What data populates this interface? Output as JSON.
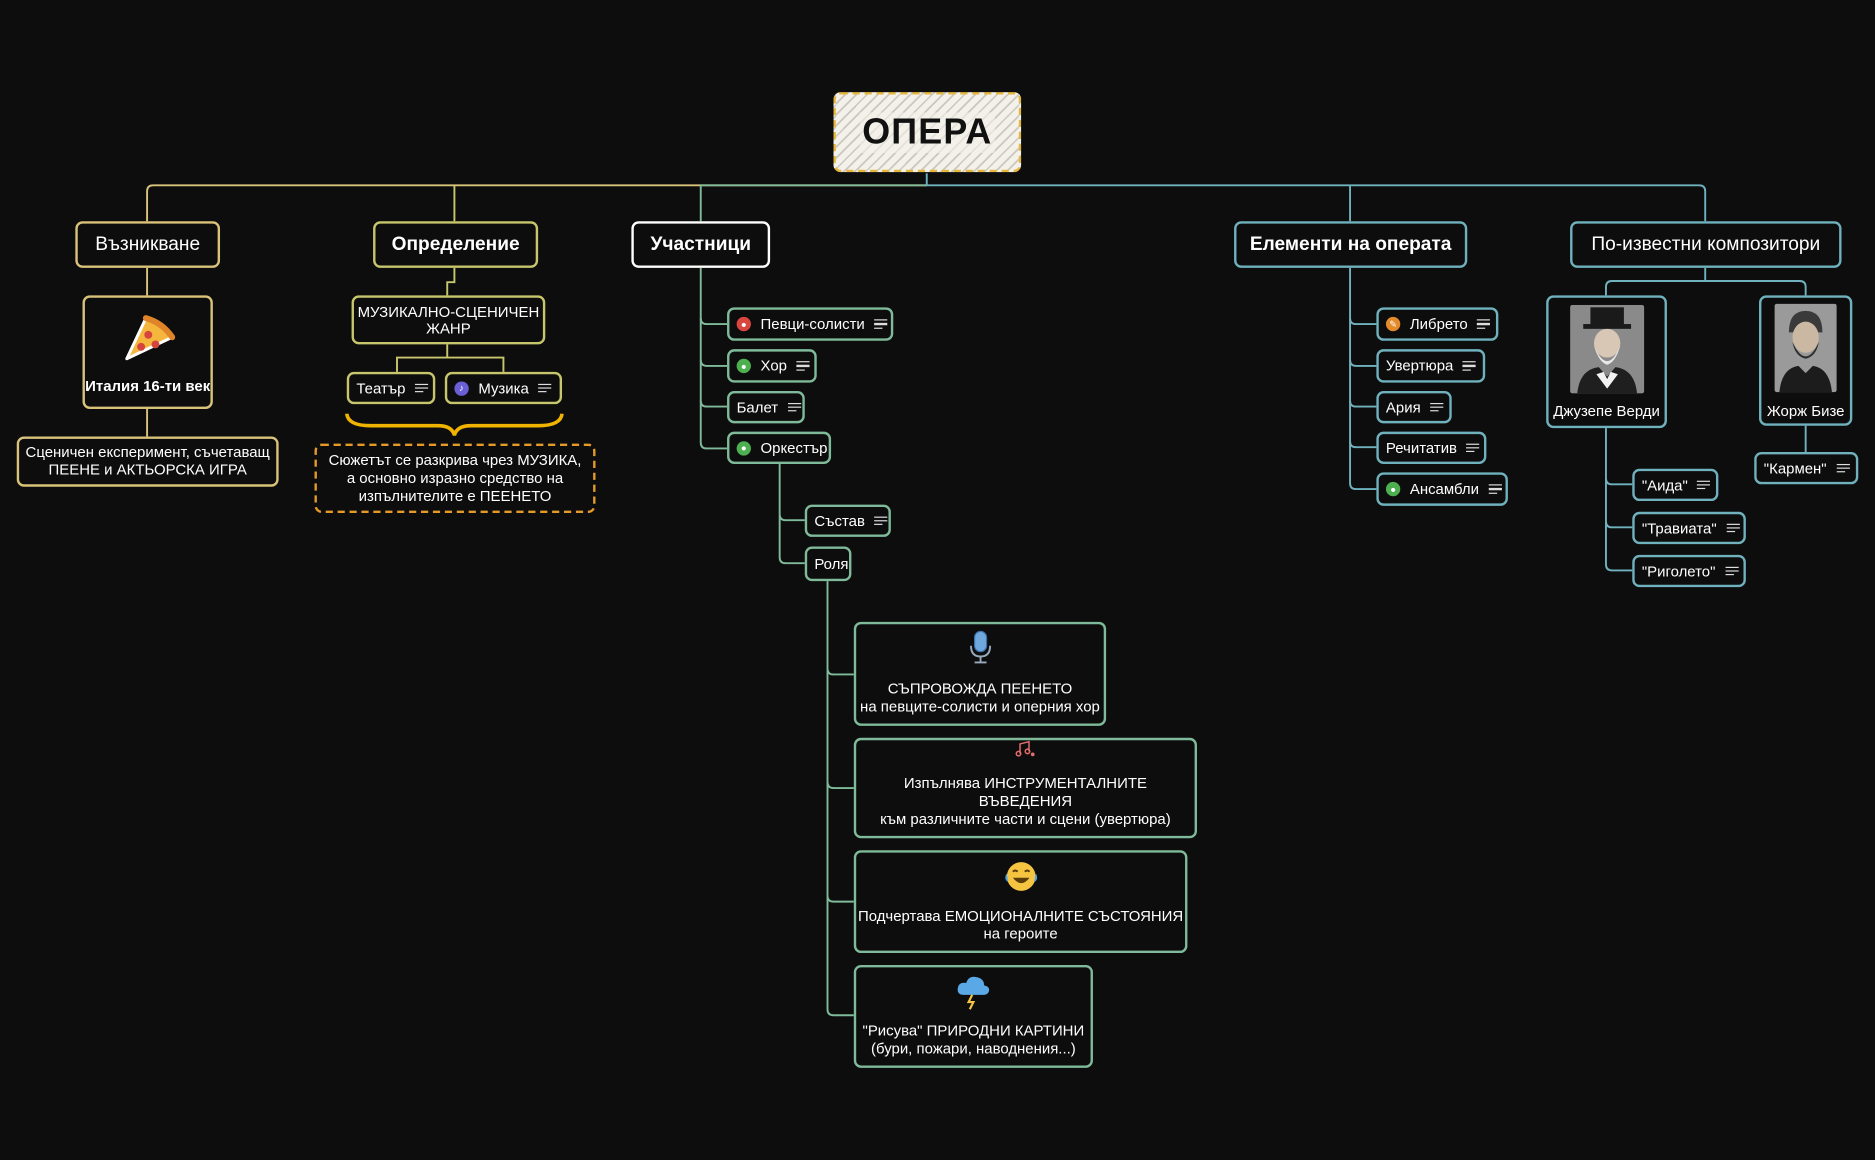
{
  "root": {
    "title": "ОПЕРА"
  },
  "branches": {
    "origin": {
      "label": "Възникване",
      "place": "Италия 16-ти век",
      "place_icon": "pizza-icon",
      "note": [
        "Сценичен експеримент, съчетаващ",
        "ПЕЕНЕ и АКТЬОРСКА ИГРА"
      ]
    },
    "definition": {
      "label": "Определение",
      "genre": [
        "МУЗИКАЛНО-СЦЕНИЧЕН",
        "ЖАНР"
      ],
      "theatre": "Театър",
      "music": "Музика",
      "summary": [
        "Сюжетът се разкрива чрез МУЗИКА,",
        "а основно изразно средство на",
        "изпълнителите е ПЕЕНЕТО"
      ]
    },
    "participants": {
      "label": "Участници",
      "soloists": "Певци-солисти",
      "choir": "Хор",
      "ballet": "Балет",
      "orchestra": "Оркестър",
      "composition": "Състав",
      "role": "Роля",
      "roles": [
        {
          "icon": "microphone-icon",
          "line1": "СЪПРОВОЖДА ПЕЕНЕТО",
          "line2": "на певците-солисти и оперния хор"
        },
        {
          "icon": "music-notes-icon",
          "line1": "Изпълнява ИНСТРУМЕНТАЛНИТЕ ВЪВЕДЕНИЯ",
          "line2": "към различните части и сцени (увертюра)"
        },
        {
          "icon": "laughing-face-icon",
          "line1": "Подчертава ЕМОЦИОНАЛНИТЕ СЪСТОЯНИЯ",
          "line2": "на героите"
        },
        {
          "icon": "storm-cloud-icon",
          "line1": "\"Рисува\" ПРИРОДНИ КАРТИНИ",
          "line2": "(бури, пожари, наводнения...)"
        }
      ]
    },
    "elements": {
      "label": "Елементи на операта",
      "items": [
        "Либрето",
        "Увертюра",
        "Ария",
        "Речитатив",
        "Ансамбли"
      ]
    },
    "composers": {
      "label": "По-известни композитори",
      "verdi": {
        "name": "Джузепе Верди",
        "works": [
          "\"Аида\"",
          "\"Травиата\"",
          "\"Риголето\""
        ]
      },
      "bizet": {
        "name": "Жорж Бизе",
        "works": [
          "\"Кармен\""
        ]
      }
    }
  },
  "colors": {
    "background": "#0d0d0d",
    "yellow_branch": "#d9c37a",
    "green_branch": "#7fba9a",
    "teal_branch": "#6fb1bd",
    "dashed_note": "#e59a28",
    "brace": "#f0b400"
  }
}
